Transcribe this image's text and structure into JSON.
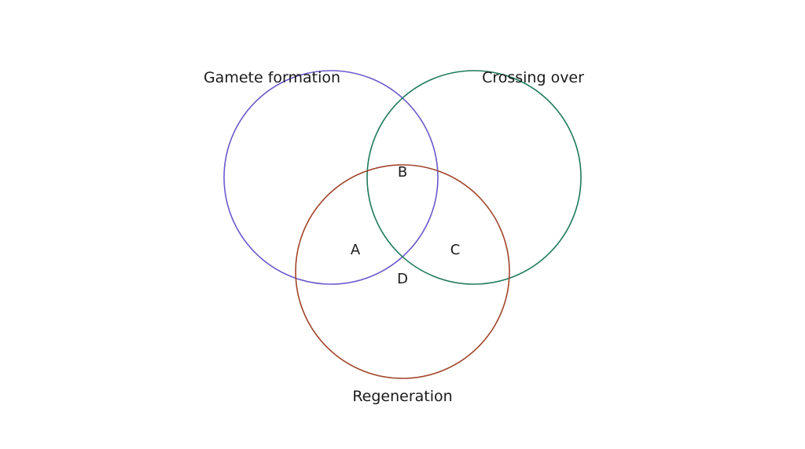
{
  "sets": [
    {
      "name": "Gamete formation",
      "color": "#6a5acd"
    },
    {
      "name": "Crossing over",
      "color": "#1f7a5c"
    },
    {
      "name": "Regeneration",
      "color": "#a0452a"
    }
  ],
  "regions": [
    "A",
    "B",
    "C",
    "D"
  ]
}
